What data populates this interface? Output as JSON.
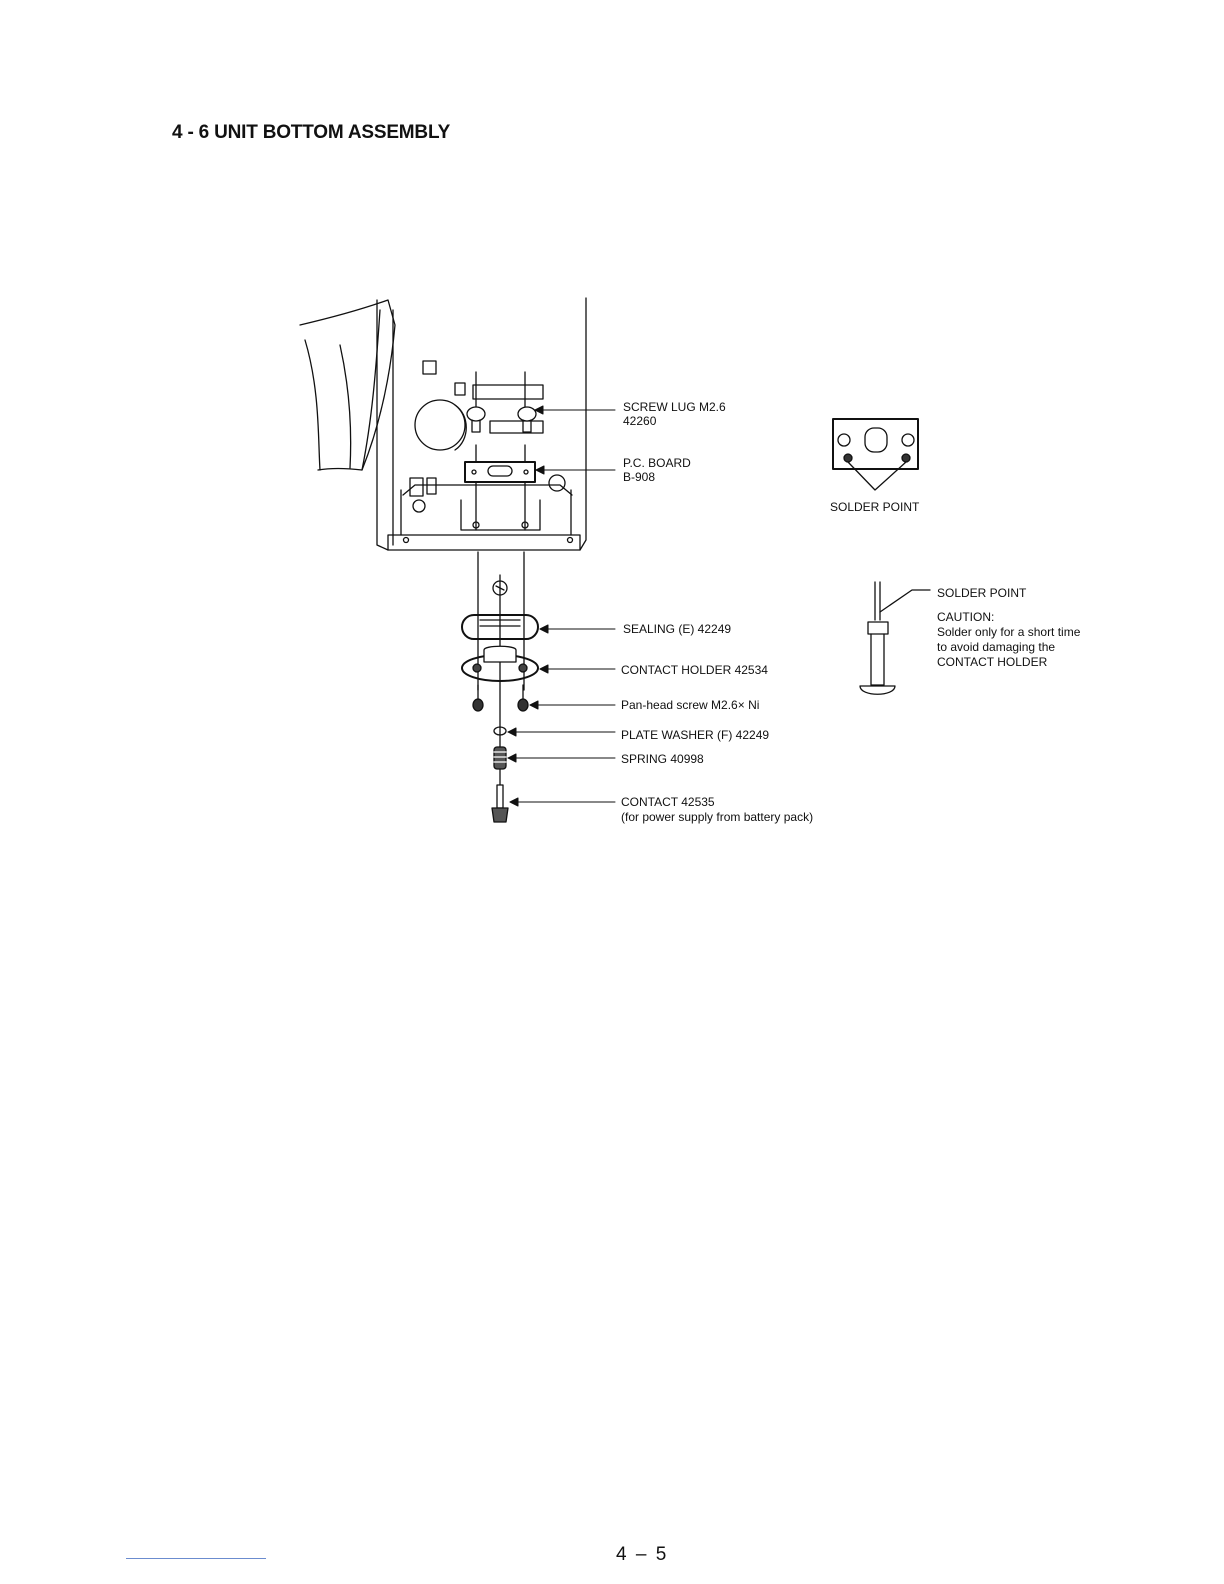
{
  "title": "4 - 6  UNIT BOTTOM ASSEMBLY",
  "labels": {
    "screw_lug_1": "SCREW LUG M2.6",
    "screw_lug_2": "42260",
    "pc_board_1": "P.C. BOARD",
    "pc_board_2": "B-908",
    "sealing": "SEALING (E) 42249",
    "contact_holder": "CONTACT HOLDER 42534",
    "pan_head_screw": "Pan-head screw M2.6× Ni",
    "plate_washer": "PLATE WASHER (F) 42249",
    "spring": "SPRING 40998",
    "contact_1": "CONTACT 42535",
    "contact_2": "(for power supply from battery pack)",
    "solder_point_board": "SOLDER POINT",
    "solder_point_contact": "SOLDER POINT",
    "caution_title": "CAUTION:",
    "caution_line_1": "Solder only for a short time",
    "caution_line_2": "to avoid damaging the",
    "caution_line_3": "CONTACT HOLDER"
  },
  "page_number": "4 – 5"
}
